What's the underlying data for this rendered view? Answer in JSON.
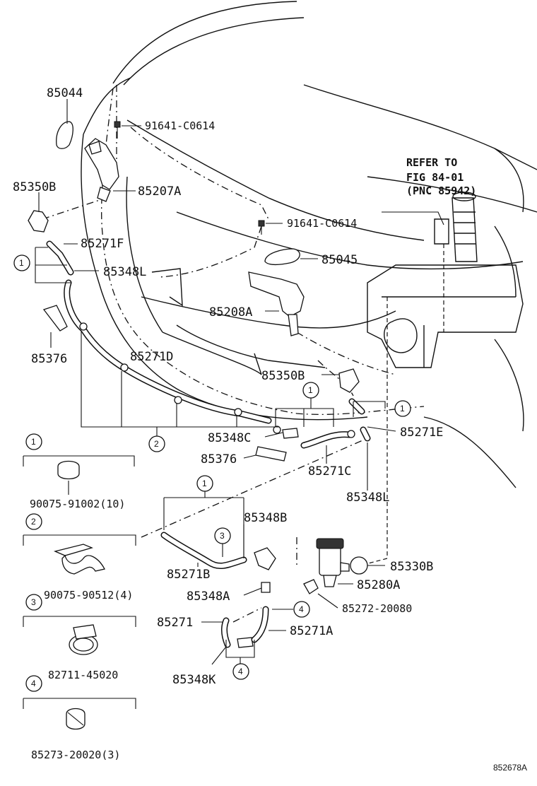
{
  "labels": {
    "p85044": "85044",
    "p91641a": "91641-C0614",
    "p85350b_top": "85350B",
    "p85207a": "85207A",
    "p91641b": "91641-C0614",
    "p85271f": "85271F",
    "p85348l_top": "85348L",
    "p85045": "85045",
    "p85208a": "85208A",
    "p85376_left": "85376",
    "p85271d": "85271D",
    "p85350b_mid": "85350B",
    "p85348c": "85348C",
    "p85271e": "85271E",
    "p85376_mid": "85376",
    "p85271c": "85271C",
    "p85348l_mid": "85348L",
    "p85348b": "85348B",
    "p85271b": "85271B",
    "p85330b": "85330B",
    "p85348a": "85348A",
    "p85280a": "85280A",
    "p85272": "85272-20080",
    "p85271": "85271",
    "p85271a": "85271A",
    "p85348k": "85348K"
  },
  "refer": {
    "line1": "REFER TO",
    "line2": "FIG 84-01",
    "line3": "(PNC 85942)"
  },
  "legend": [
    {
      "num": "1",
      "part": "90075-91002(10)"
    },
    {
      "num": "2",
      "part": "90075-90512(4)"
    },
    {
      "num": "3",
      "part": "82711-45020"
    },
    {
      "num": "4",
      "part": "85273-20020(3)"
    }
  ],
  "callouts": {
    "c1": "1",
    "c2": "2",
    "c3": "3",
    "c4": "4"
  },
  "figure_id": "852678A"
}
